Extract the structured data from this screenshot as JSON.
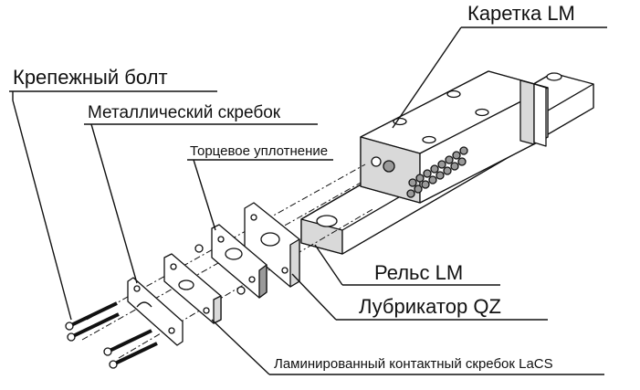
{
  "labels": {
    "carriage": "Каретка LM",
    "bolt": "Крепежный болт",
    "metal_scraper": "Металлический скребок",
    "end_seal": "Торцевое уплотнение",
    "rail": "Рельс LM",
    "lubricator": "Лубрикатор QZ",
    "lacs": "Ламинированный контактный скребок LaCS"
  }
}
